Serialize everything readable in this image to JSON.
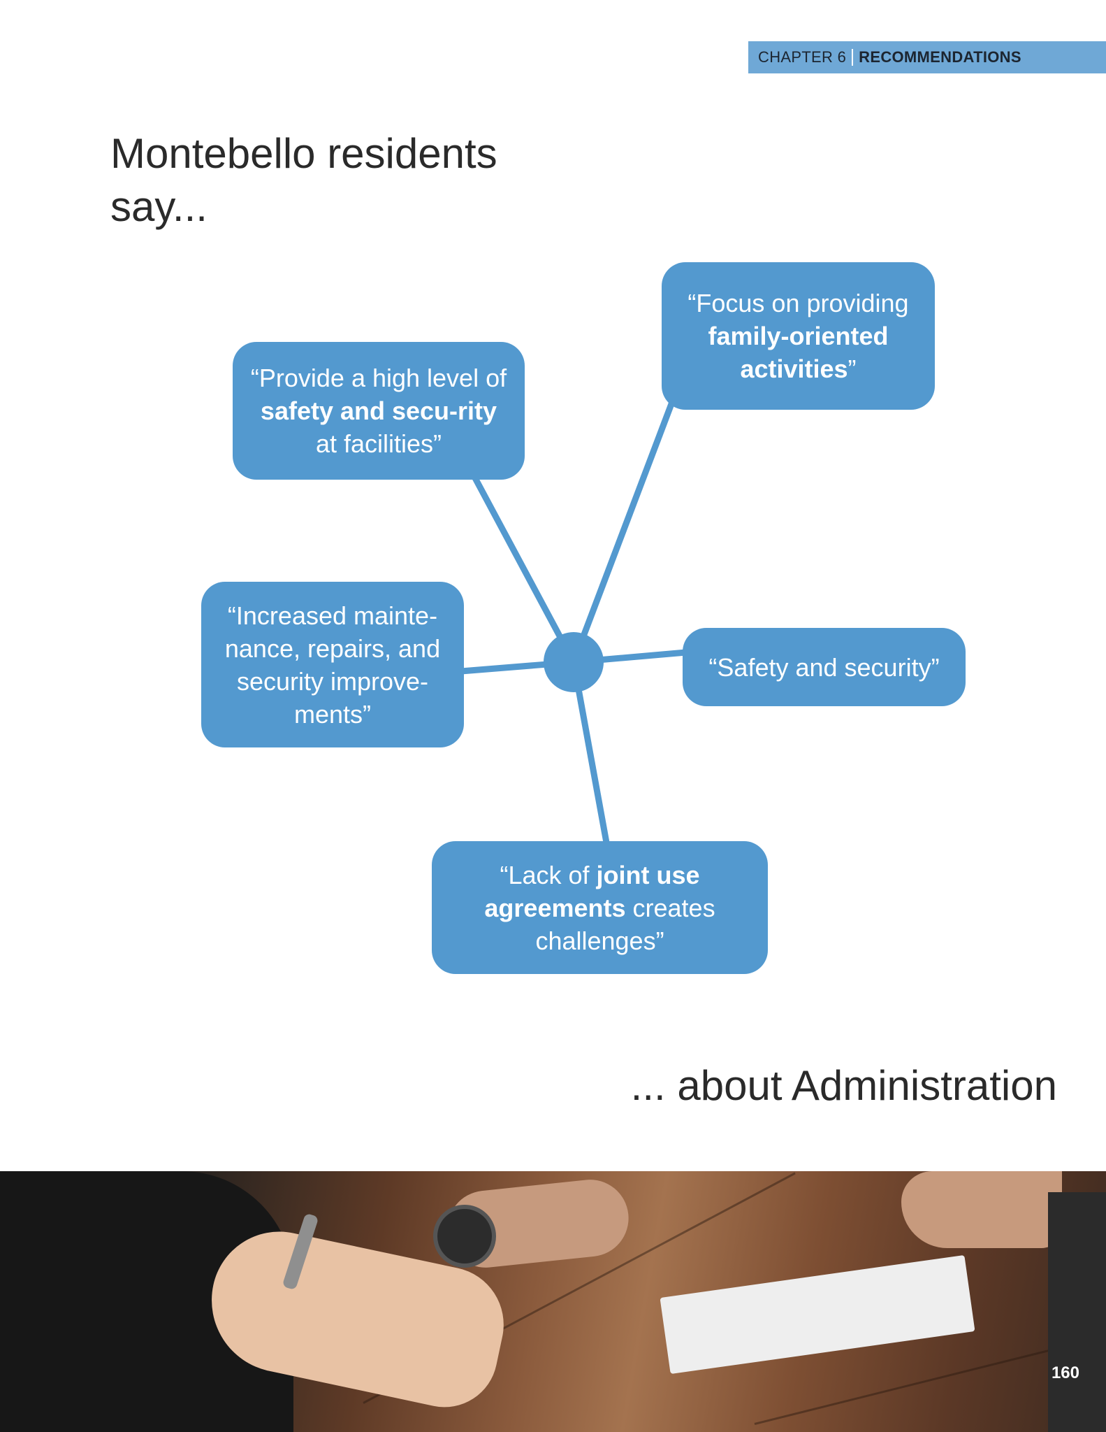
{
  "header": {
    "chapter": "CHAPTER 6",
    "section": "RECOMMENDATIONS"
  },
  "title_lines": [
    "Montebello residents",
    "say..."
  ],
  "quotes": {
    "safety_facilities": {
      "parts": [
        "“Provide a high level of ",
        "safety and secu-rity",
        " at facilities”"
      ]
    },
    "family": {
      "parts": [
        "“Focus on providing ",
        "family-oriented activities",
        "”"
      ]
    },
    "maintenance": {
      "text": "“Increased mainte-nance, repairs, and security improve-ments”"
    },
    "safety_security": {
      "text": "“Safety and security”"
    },
    "joint_use": {
      "parts": [
        "“Lack of ",
        "joint use agreements",
        " creates challenges”"
      ]
    }
  },
  "subtitle": "... about Administration",
  "page_number": "160",
  "colors": {
    "accent": "#5399cf",
    "tab": "#6fa8d6"
  }
}
